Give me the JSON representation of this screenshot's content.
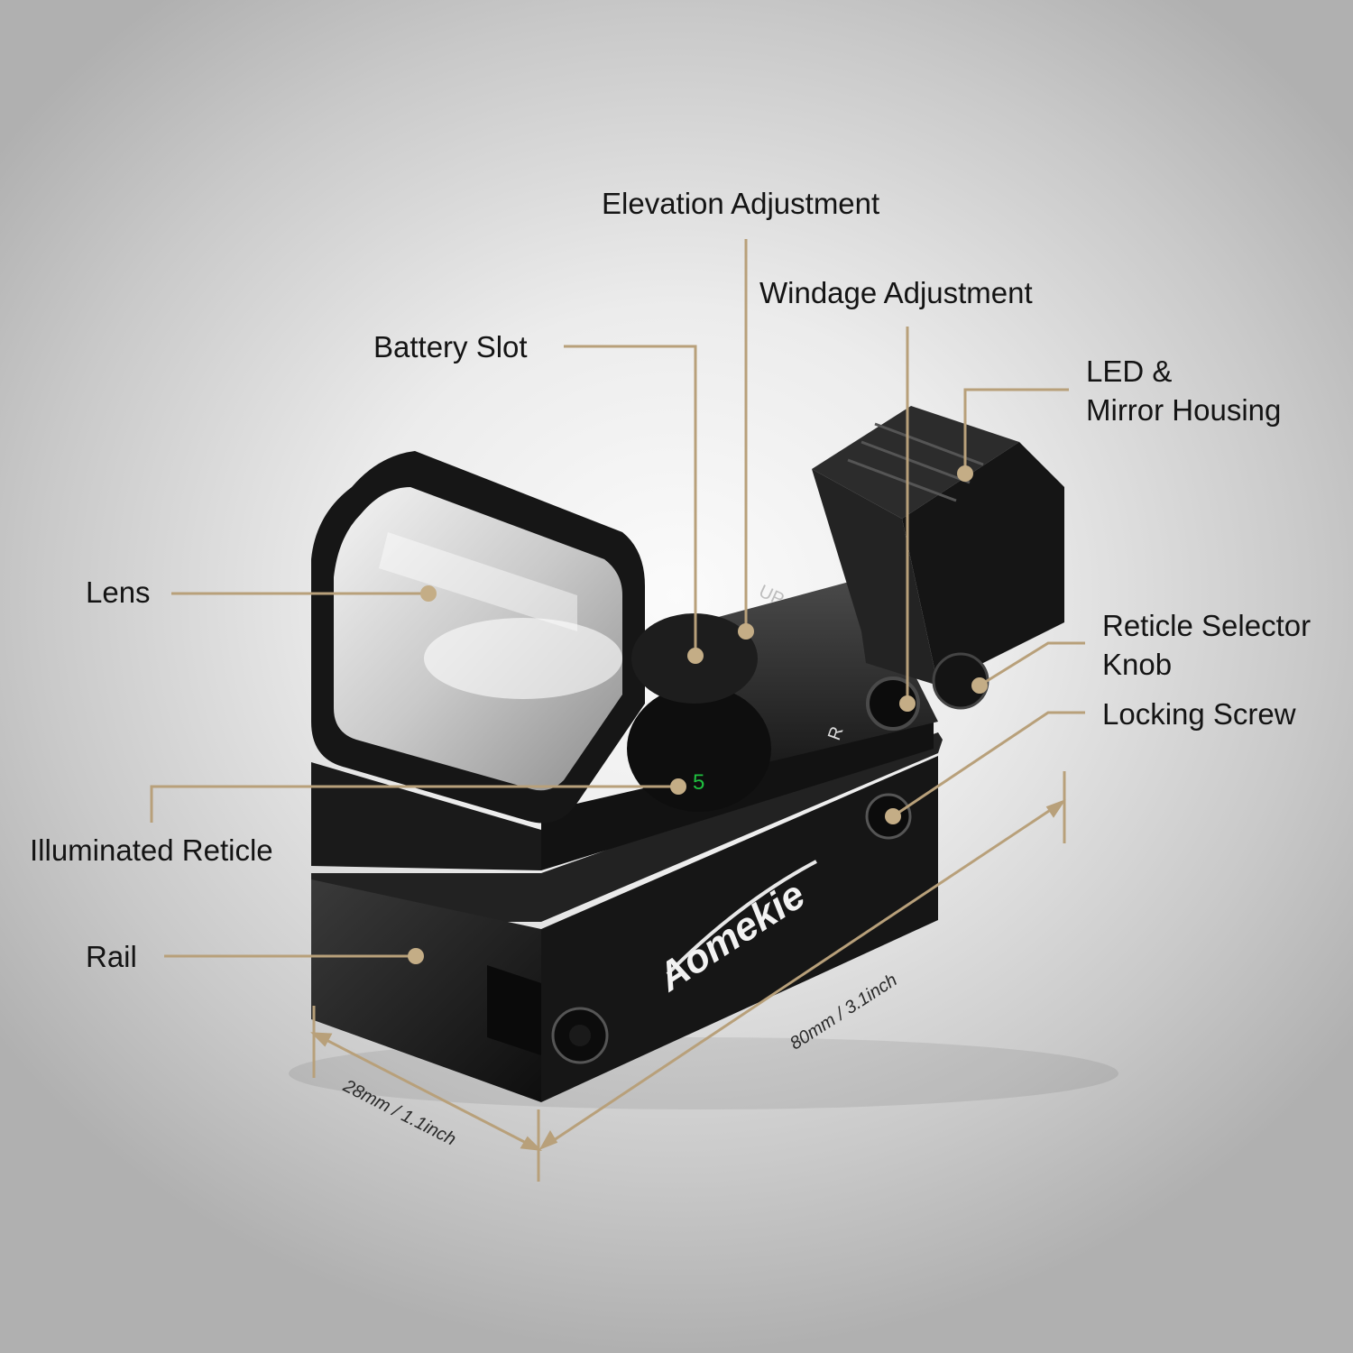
{
  "labels": {
    "elevation": "Elevation Adjustment",
    "windage": "Windage Adjustment",
    "battery": "Battery Slot",
    "led_line1": "LED &",
    "led_line2": "Mirror Housing",
    "lens": "Lens",
    "reticle_knob_line1": "Reticle Selector",
    "reticle_knob_line2": "Knob",
    "locking_screw": "Locking Screw",
    "illuminated_reticle": "Illuminated Reticle",
    "rail": "Rail"
  },
  "dimensions": {
    "width": "28mm / 1.1inch",
    "length": "80mm / 3.1inch"
  },
  "product_markings": {
    "brand": "Aomekie",
    "windage_mark": "R",
    "elevation_mark": "UP",
    "reticle_number": "5"
  },
  "colors": {
    "callout": "#b8a07a",
    "body": "#1c1c1c",
    "text": "#141414",
    "reticle_green": "#1fbf3f",
    "reticle_red": "#c0282a"
  }
}
